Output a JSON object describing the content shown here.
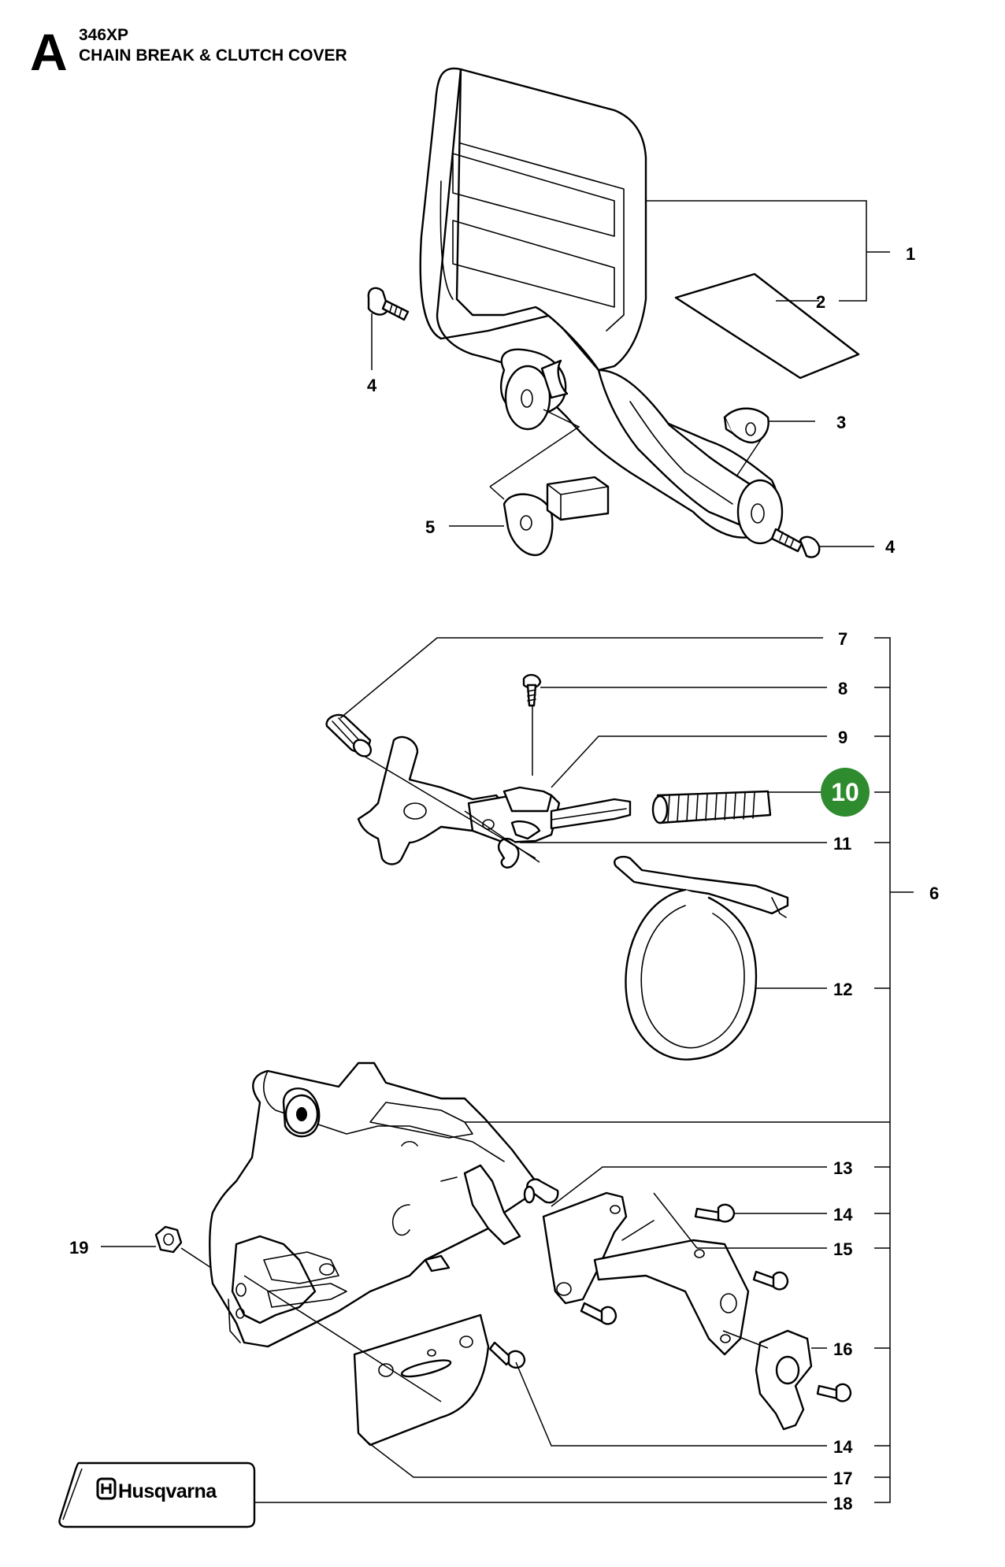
{
  "header": {
    "section_letter": "A",
    "model": "346XP",
    "title": "CHAIN BREAK & CLUTCH COVER"
  },
  "brand": {
    "name": "Husqvarna"
  },
  "callouts": {
    "c1": "1",
    "c2": "2",
    "c3": "3",
    "c4a": "4",
    "c4b": "4",
    "c5": "5",
    "c6": "6",
    "c7": "7",
    "c8": "8",
    "c9": "9",
    "c10": "10",
    "c11": "11",
    "c12": "12",
    "c13": "13",
    "c14a": "14",
    "c14b": "14",
    "c15": "15",
    "c16": "16",
    "c17": "17",
    "c18": "18",
    "c19": "19"
  },
  "colors": {
    "highlight_badge": "#2e8b2e",
    "ink": "#000000"
  }
}
